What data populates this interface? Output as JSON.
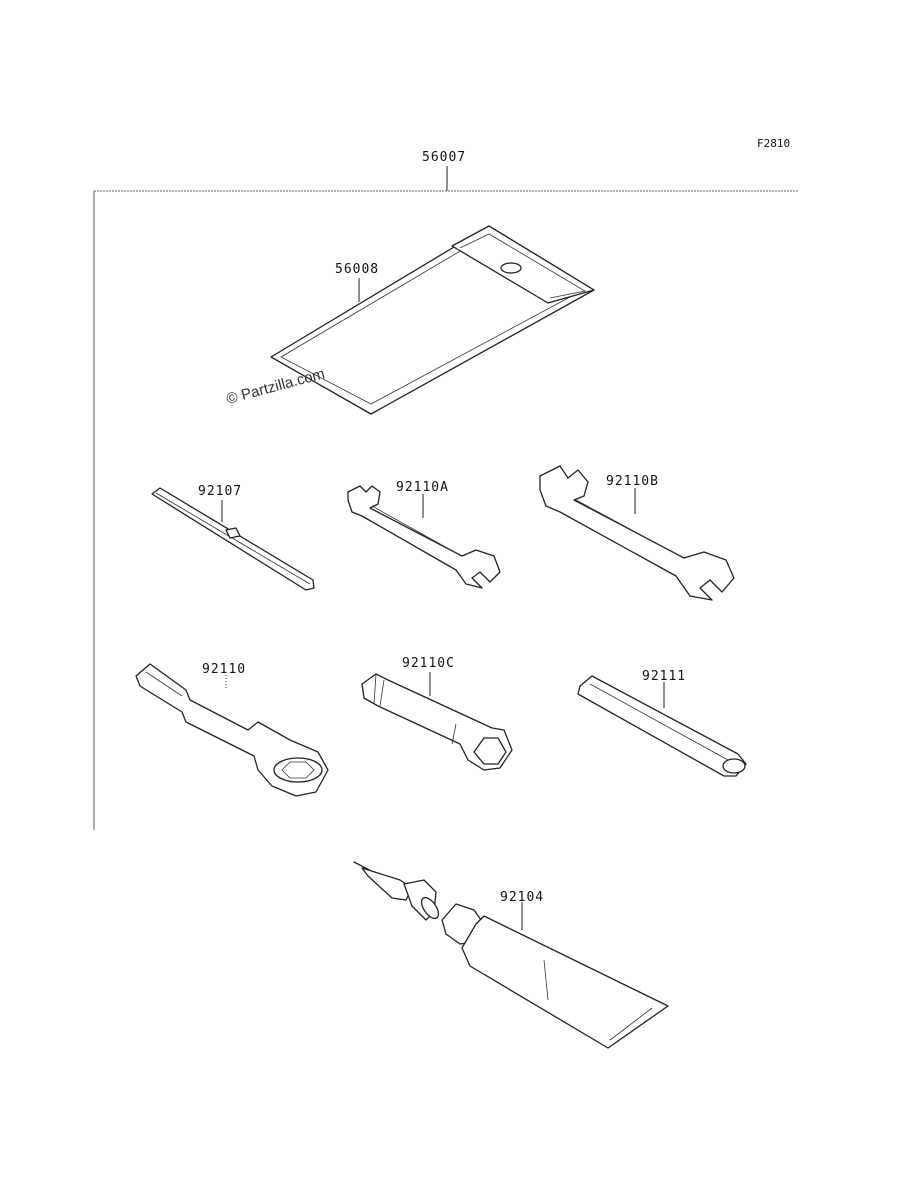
{
  "diagram_ref": "F2810",
  "watermark": "© Partzilla.com",
  "parts": {
    "kit": {
      "number": "56007",
      "name": "tool-kit"
    },
    "bag": {
      "number": "56008",
      "name": "tool-bag"
    },
    "screwdriver": {
      "number": "92107",
      "name": "screwdriver"
    },
    "wrench_a": {
      "number": "92110A",
      "name": "open-end-wrench-small"
    },
    "wrench_b": {
      "number": "92110B",
      "name": "open-end-wrench-large"
    },
    "box_wrench": {
      "number": "92110",
      "name": "box-end-wrench"
    },
    "socket": {
      "number": "92110C",
      "name": "socket-wrench"
    },
    "bar": {
      "number": "92111",
      "name": "tommy-bar"
    },
    "tube": {
      "number": "92104",
      "name": "grease-tube"
    }
  },
  "footer": {
    "line1": "",
    "line2": ""
  }
}
